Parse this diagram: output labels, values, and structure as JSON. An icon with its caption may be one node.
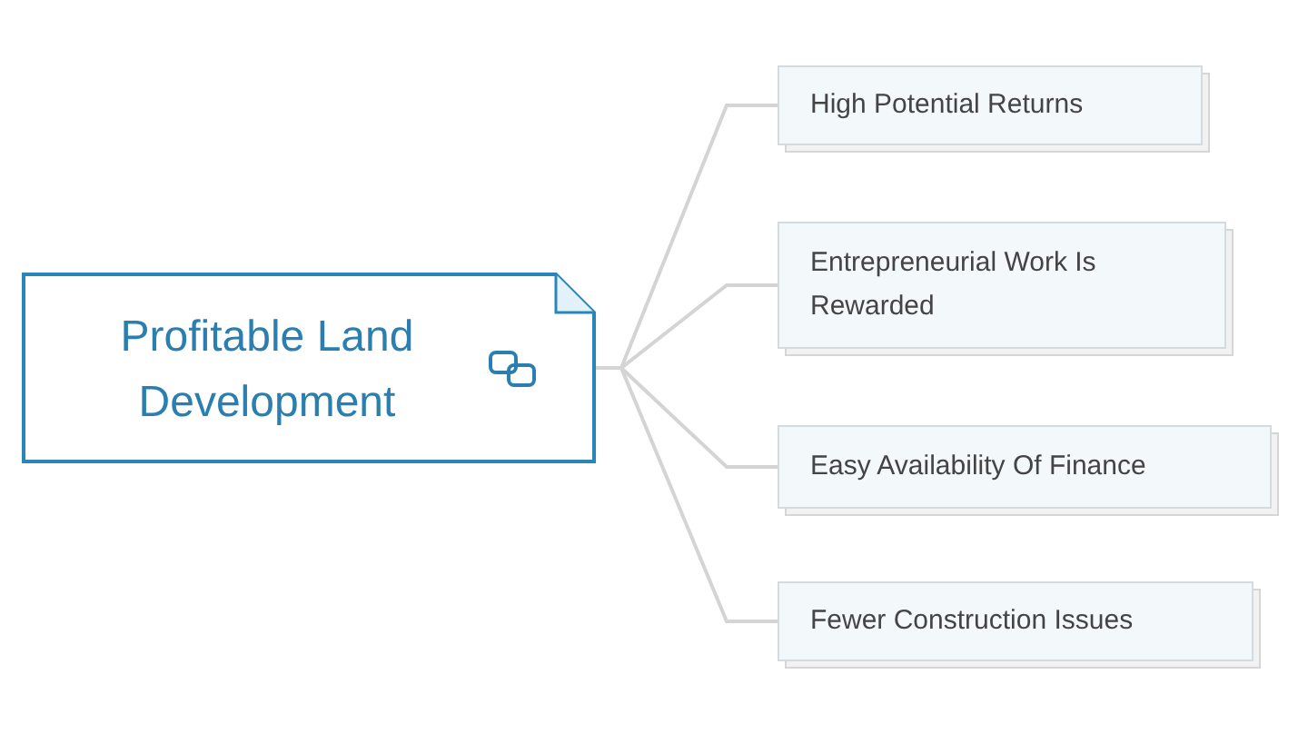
{
  "diagram": {
    "nodes": [
      {
        "text": [
          "Profitable Land Development"
        ]
      },
      {
        "text": [
          "High Potential Returns"
        ]
      },
      {
        "text": [
          "Entrepreneurial Work Is Rewarded"
        ]
      },
      {
        "text": [
          "Easy Availability Of Finance"
        ]
      },
      {
        "text": [
          "Fewer Construction Issues"
        ]
      }
    ],
    "edges": [
      {
        "from": 0,
        "to": 1,
        "arrow": "none"
      },
      {
        "from": 0,
        "to": 2,
        "arrow": "none"
      },
      {
        "from": 0,
        "to": 3,
        "arrow": "none"
      },
      {
        "from": 0,
        "to": 4,
        "arrow": "none"
      }
    ]
  }
}
